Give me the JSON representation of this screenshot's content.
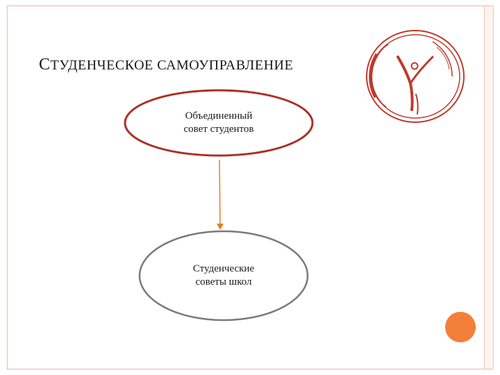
{
  "slide": {
    "title_initial": "С",
    "title_rest": "ТУДЕНЧЕСКОЕ САМОУПРАВЛЕНИЕ"
  },
  "diagram": {
    "top_node": {
      "line1": "Объединенный",
      "line2": "совет студентов"
    },
    "bottom_node": {
      "line1": "Студенческие",
      "line2": "советы школ"
    }
  },
  "colors": {
    "accent": "#c0392b",
    "top_node_border": "#a93226",
    "bottom_node_border": "#7a7a7a",
    "arrow": "#e67e22",
    "dot": "#f47f3b",
    "frame": "#f0b8a6"
  },
  "icons": [
    "logo-icon",
    "arrow-icon",
    "orange-dot-icon"
  ]
}
